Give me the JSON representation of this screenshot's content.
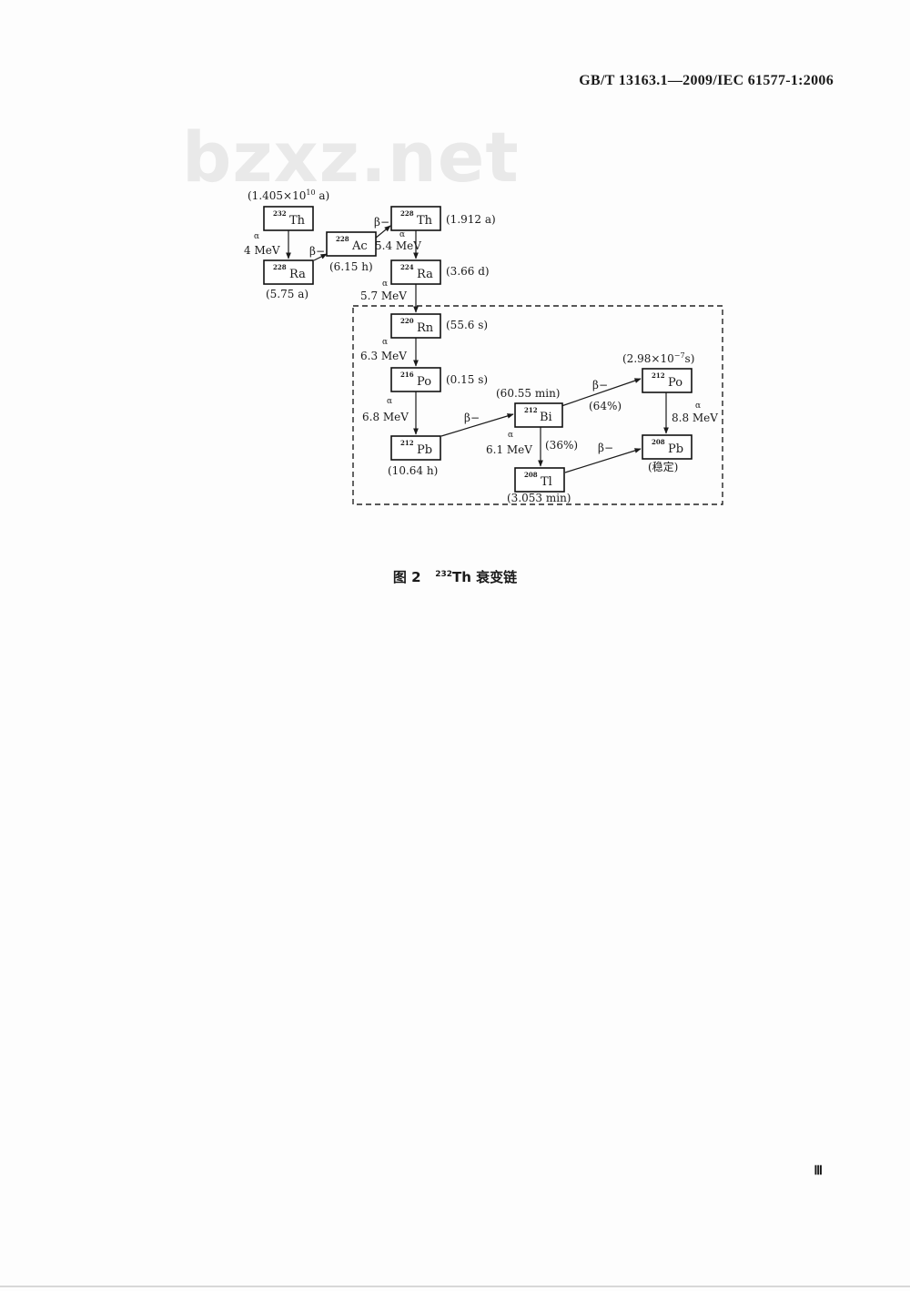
{
  "header": {
    "standard_id": "GB/T 13163.1—2009/IEC 61577-1:2006"
  },
  "watermark": {
    "text": "bzxz.net"
  },
  "diagram": {
    "nuclides": {
      "th232": {
        "mass": "232",
        "symbol": "Th"
      },
      "ra228": {
        "mass": "228",
        "symbol": "Ra"
      },
      "ac228": {
        "mass": "228",
        "symbol": "Ac"
      },
      "th228": {
        "mass": "228",
        "symbol": "Th"
      },
      "ra224": {
        "mass": "224",
        "symbol": "Ra"
      },
      "rn220": {
        "mass": "220",
        "symbol": "Rn"
      },
      "po216": {
        "mass": "216",
        "symbol": "Po"
      },
      "pb212": {
        "mass": "212",
        "symbol": "Pb"
      },
      "bi212": {
        "mass": "212",
        "symbol": "Bi"
      },
      "po212": {
        "mass": "212",
        "symbol": "Po"
      },
      "tl208": {
        "mass": "208",
        "symbol": "Tl"
      },
      "pb208": {
        "mass": "208",
        "symbol": "Pb"
      }
    },
    "halflives": {
      "th232_a": "(1.405×10",
      "th232_exp": "10",
      "th232_b": " a)",
      "ra228": "(5.75 a)",
      "ac228": "(6.15 h)",
      "th228": "(1.912 a)",
      "ra224": "(3.66 d)",
      "rn220": "(55.6 s)",
      "po216": "(0.15 s)",
      "bi212": "(60.55 min)",
      "po212_a": "(2.98×10",
      "po212_exp": "−7",
      "po212_b": "s)",
      "pb212": "(10.64 h)",
      "tl208": "(3.053 min)",
      "pb208": "(稳定)"
    },
    "decays": {
      "alpha": "α",
      "beta": "β−",
      "th232_ra228": "4 MeV",
      "th228_ra224": "5.4 MeV",
      "ra224_rn220": "5.7 MeV",
      "rn220_po216": "6.3 MeV",
      "po216_pb212": "6.8 MeV",
      "bi212_tl208": "6.1 MeV",
      "po212_pb208": "8.8 MeV",
      "branch_beta": "(64%)",
      "branch_alpha": "(36%)"
    }
  },
  "caption": {
    "prefix": "图 2",
    "mass": "232",
    "element": "Th",
    "suffix": " 衰变链"
  },
  "page_number": "Ⅲ"
}
